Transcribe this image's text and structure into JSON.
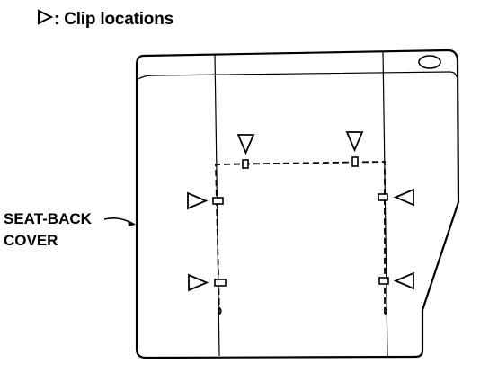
{
  "legend": {
    "symbol": "▷",
    "text": ": Clip locations"
  },
  "labels": {
    "seat_back_line1": "SEAT-BACK",
    "seat_back_line2": "COVER"
  },
  "clips": {
    "count": 6
  }
}
